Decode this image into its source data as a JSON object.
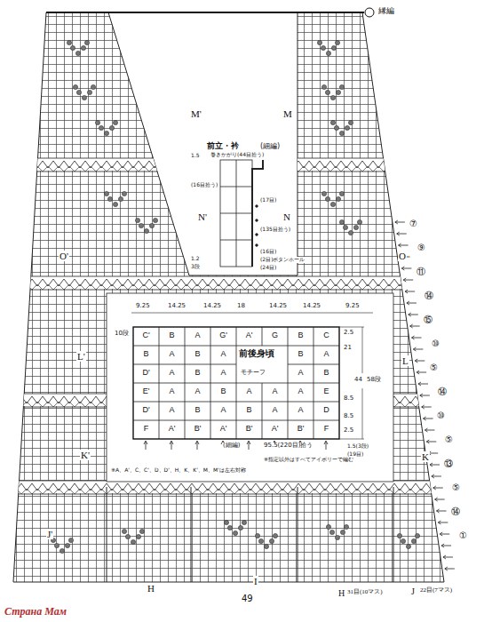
{
  "diagram": {
    "labels": [
      "縁編",
      "M'",
      "M",
      "N'",
      "N",
      "O'",
      "O",
      "L'",
      "L",
      "K'",
      "K",
      "J'",
      "H",
      "I",
      "H",
      "31目(10マス)",
      "J",
      "22目(7マス)",
      "前立・衿",
      "(細編)",
      "1.5",
      "巻きかがり(44目拾う)",
      "(16目拾う)",
      "(17目)",
      "(135目拾う)",
      "(16目)",
      "(2目)ボタンホール",
      "(24目)",
      "1.2",
      "3段",
      "9.25",
      "14.25",
      "14.25",
      "18",
      "14.25",
      "14.25",
      "9.25",
      "10段",
      "2.5",
      "21",
      "44",
      "58段",
      "8.5",
      "8.5",
      "2.5",
      "1.5(3段)",
      "(19目)",
      "前後身頃",
      "モチーフ",
      "(細編)",
      "95.5(220目)拾う",
      "※A、A'、C、C'、D、D'、H、K、K'、M、M'は左右対称",
      "※指定以外はすべてアイボリーで編む",
      "49",
      "Страна Мам",
      "⑦",
      "⑨",
      "⑪",
      "⑭",
      "⑮",
      "⑩",
      "⑤",
      "⑭",
      "⑩",
      "⑤",
      "⑬",
      "⑤",
      "⑭",
      "①",
      "C'",
      "B",
      "A",
      "G'",
      "A'",
      "G",
      "B",
      "C",
      "B",
      "A",
      "B",
      "A",
      "B",
      "A",
      "D'",
      "A",
      "B",
      "A",
      "A",
      "B",
      "E'",
      "A",
      "A",
      "B",
      "A",
      "A",
      "A",
      "E",
      "D'",
      "A",
      "B",
      "A",
      "B",
      "A",
      "A",
      "D",
      "F",
      "A'",
      "B'",
      "A'",
      "B'",
      "A'",
      "B'",
      "F"
    ]
  }
}
